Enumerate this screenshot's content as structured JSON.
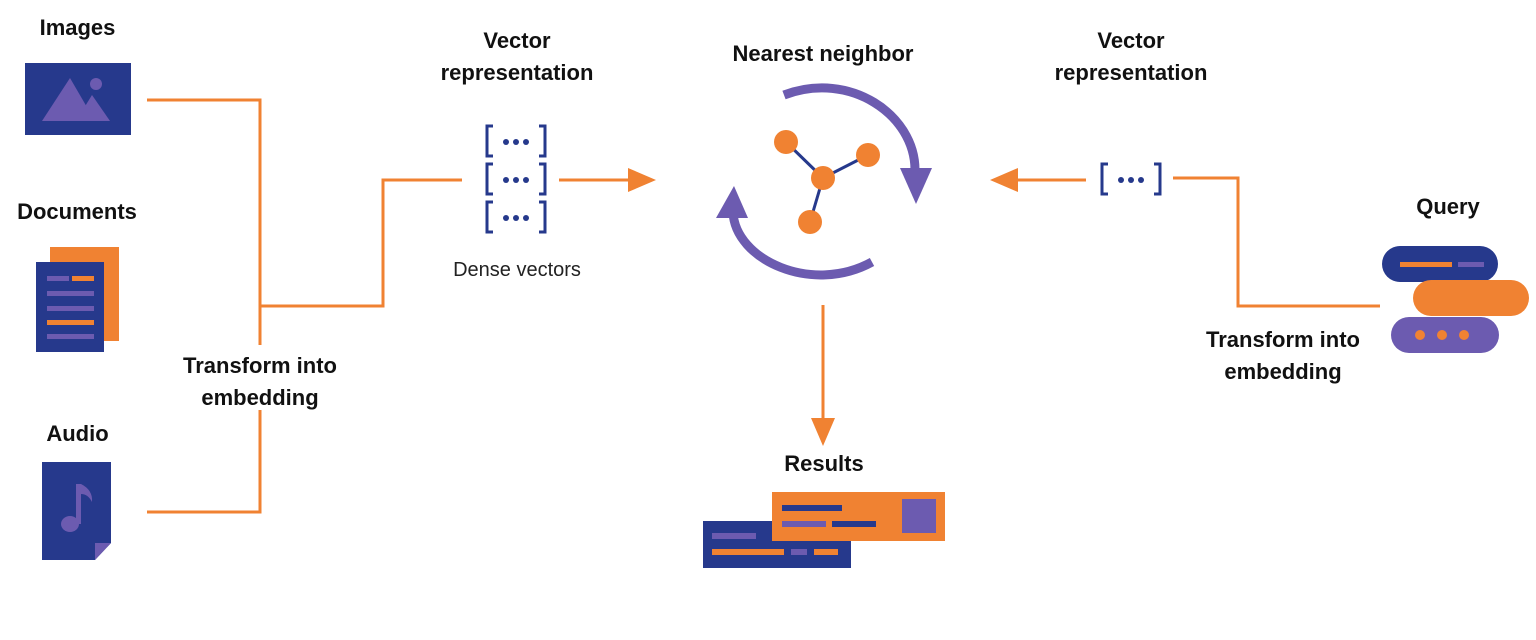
{
  "labels": {
    "images": "Images",
    "documents": "Documents",
    "audio": "Audio",
    "transform_left_1": "Transform into",
    "transform_left_2": "embedding",
    "vector_left_1": "Vector",
    "vector_left_2": "representation",
    "dense_vectors": "Dense vectors",
    "nearest_neighbor": "Nearest neighbor",
    "vector_right_1": "Vector",
    "vector_right_2": "representation",
    "query": "Query",
    "transform_right_1": "Transform into",
    "transform_right_2": "embedding",
    "results": "Results"
  },
  "vector_glyphs": {
    "dense_row_1": "[ ••• ]",
    "dense_row_2": "[ ••• ]",
    "dense_row_3": "[ ••• ]",
    "query_vector": "[ ••• ]"
  },
  "colors": {
    "orange": "#F08232",
    "navy": "#26398C",
    "purple": "#6C5BB0",
    "text": "#111111"
  }
}
